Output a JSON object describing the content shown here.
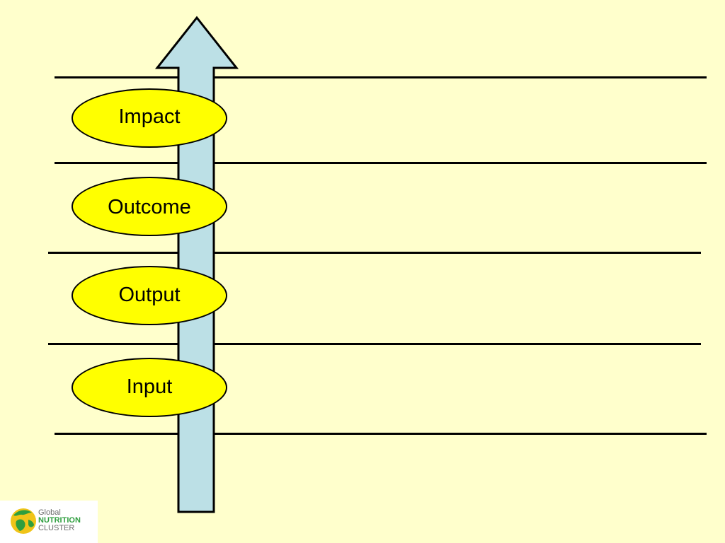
{
  "diagram": {
    "levels": [
      {
        "key": "impact",
        "label": "Impact"
      },
      {
        "key": "outcome",
        "label": "Outcome"
      },
      {
        "key": "output",
        "label": "Output"
      },
      {
        "key": "input",
        "label": "Input"
      }
    ],
    "arrow_fill": "#BCE0E6",
    "ellipse_fill": "#FFFF00",
    "background": "#FFFFCC"
  },
  "logo": {
    "line1": "Global",
    "line2": "NUTRITION",
    "line3": "CLUSTER",
    "colors": {
      "text": "#6B6B6B",
      "accent": "#2E9E3E",
      "globe": "#F0C419"
    }
  }
}
